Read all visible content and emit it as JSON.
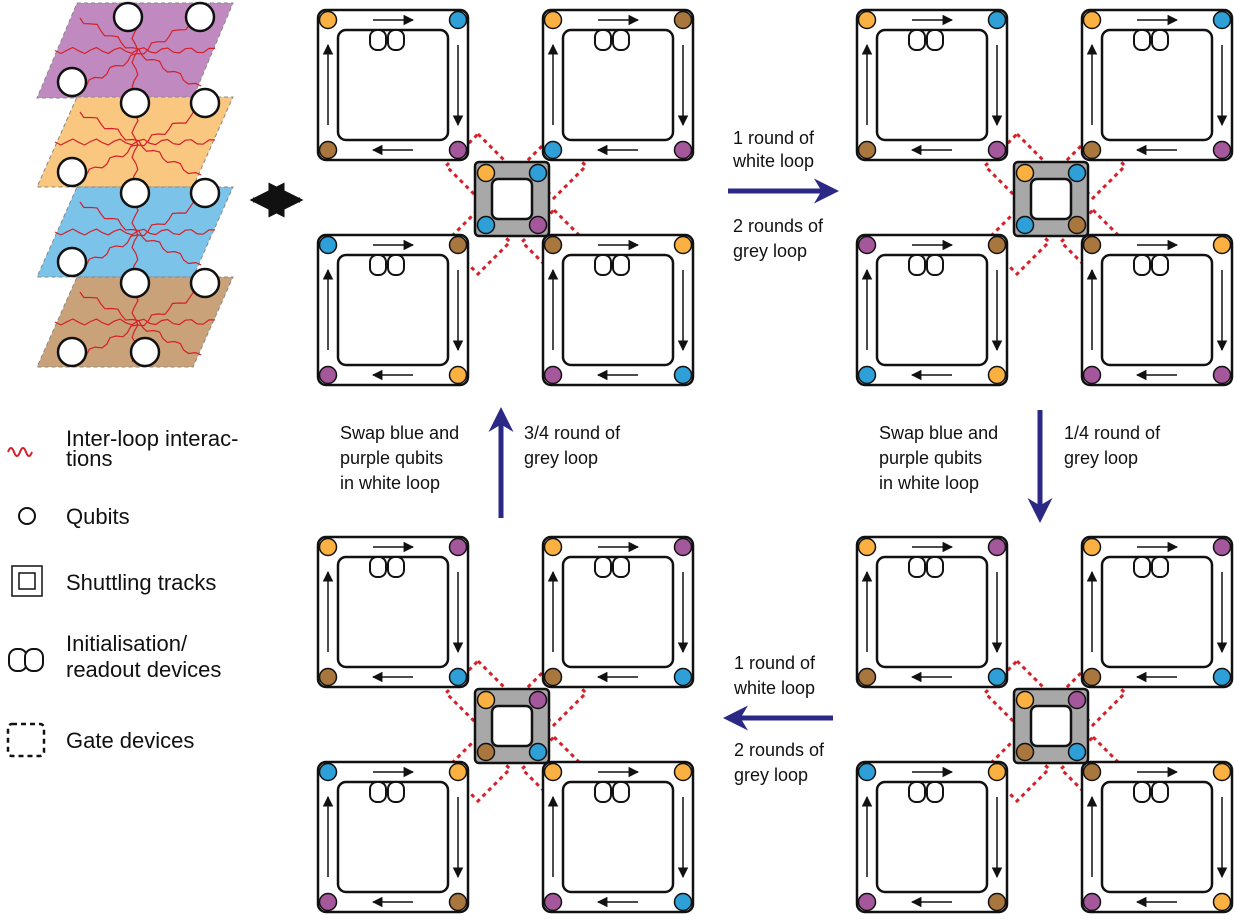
{
  "colors": {
    "purple": "#a5579c",
    "orange": "#fbb142",
    "blue": "#2f9fd8",
    "brown": "#a9773e",
    "interaction_red": "#d5202a",
    "arrow_navy": "#2b2985",
    "grey_loop": "#a8a8a8",
    "stack_purple": "#c08ac0",
    "stack_orange": "#f9c77f",
    "stack_blue": "#7cc3ea",
    "stack_brown": "#c9a27a"
  },
  "icons": {
    "legend_interaction": "wavy-line-icon",
    "legend_qubit": "circle-icon",
    "legend_track": "square-track-icon",
    "legend_device": "double-ring-icon",
    "legend_gate": "dashed-square-icon",
    "double_arrow": "double-headed-arrow-icon"
  },
  "legend": {
    "interactions": "Inter-loop interac-",
    "interactions_2": "tions",
    "qubits": "Qubits",
    "tracks": "Shuttling tracks",
    "devices": "Initialisation/",
    "devices_2": "readout devices",
    "gates": "Gate devices"
  },
  "transitions": {
    "t1_line1": "1 round of",
    "t1_line2": "white loop",
    "t1_line3": "2 rounds of",
    "t1_line4": "grey loop",
    "t2_left1": "Swap blue and",
    "t2_left2": "purple qubits",
    "t2_left3": "in white loop",
    "t2_right1": "1/4 round of",
    "t2_right2": "grey loop",
    "t3_line1": "1 round of",
    "t3_line2": "white loop",
    "t3_line3": "2 rounds of",
    "t3_line4": "grey loop",
    "t4_left1": "Swap blue and",
    "t4_left2": "purple qubits",
    "t4_left3": "in white loop",
    "t4_right1": "3/4 round of",
    "t4_right2": "grey loop"
  }
}
